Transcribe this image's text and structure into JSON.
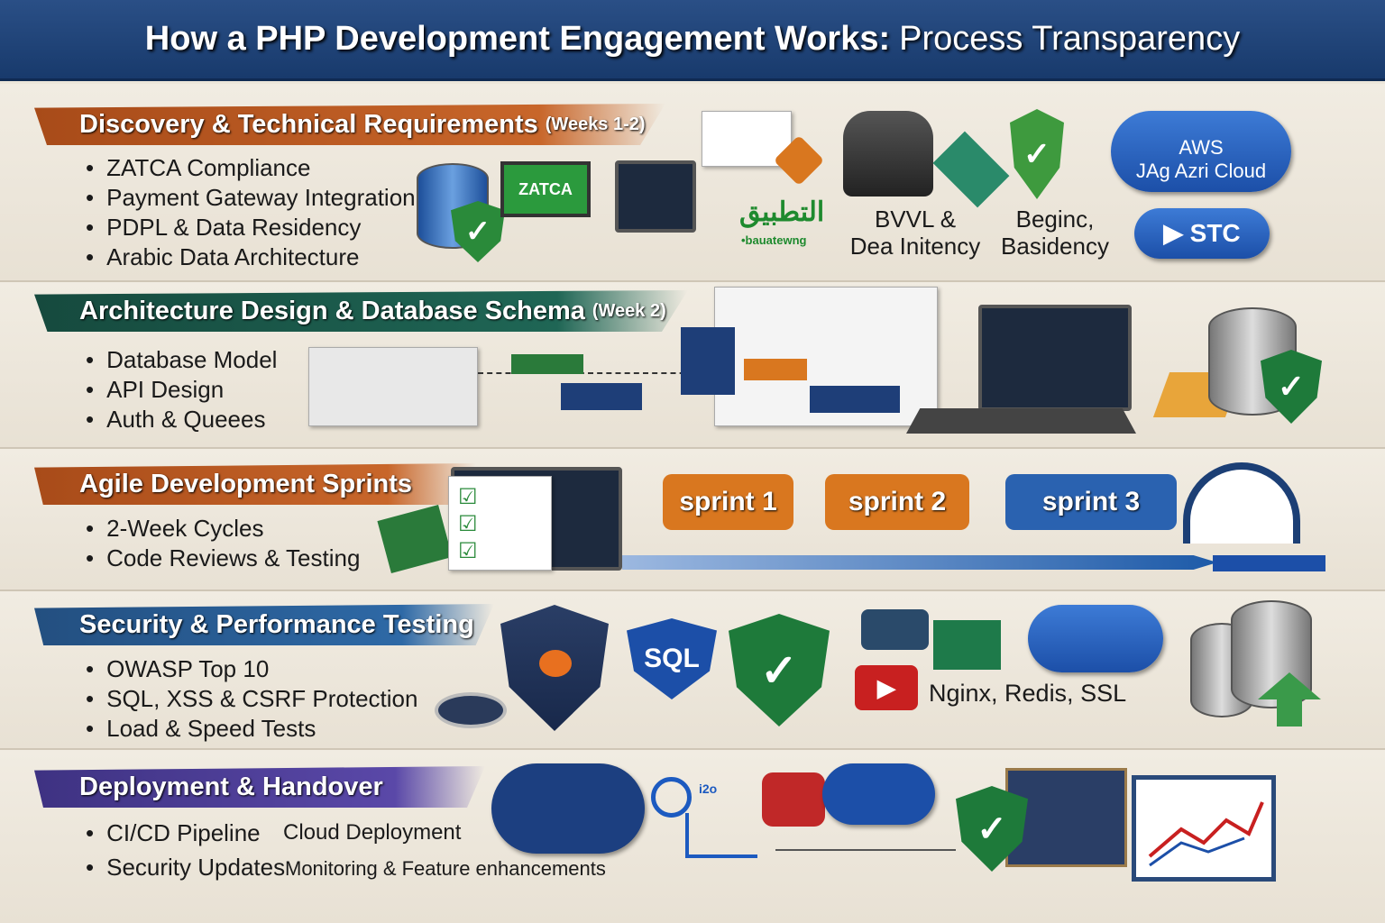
{
  "title": {
    "main": "How a PHP Development Engagement Works:",
    "sub": "Process Transparency"
  },
  "sections": [
    {
      "heading": "Discovery & Technical Requirements",
      "note": "(Weeks 1-2)",
      "color": "#b5541e",
      "items": [
        "ZATCA Compliance",
        "Payment Gateway Integration",
        "PDPL & Data Residency",
        "Arabic Data Architecture"
      ],
      "icon_labels": {
        "zatca": "ZATCA",
        "arabic_logo": "التطبيق",
        "arabic_logo_sub": "•bauatewng",
        "label1": [
          "BVVL &",
          "Dea Initency"
        ],
        "label2": [
          "Beginc,",
          "Basidency"
        ],
        "aws": [
          "AWS",
          "JAg  Azri Cloud"
        ],
        "stc": "STC"
      }
    },
    {
      "heading": "Architecture Design & Database Schema",
      "note": "(Week 2)",
      "color": "#1f5a4a",
      "items": [
        "Database Model",
        "API Design",
        "Auth & Queees"
      ]
    },
    {
      "heading": "Agile Development Sprints",
      "note": "",
      "color": "#b5541e",
      "items": [
        "2-Week Cycles",
        "Code Reviews & Testing"
      ],
      "sprints": [
        "sprint 1",
        "sprint 2",
        "sprint 3"
      ],
      "sprint_colors": [
        "#d9771f",
        "#d9771f",
        "#2a62b0"
      ]
    },
    {
      "heading": "Security & Performance Testing",
      "note": "",
      "color": "#2b5d91",
      "items": [
        "OWASP Top 10",
        "SQL, XSS & CSRF Protection",
        "Load & Speed Tests"
      ],
      "icon_labels": {
        "sql": "SQL",
        "stack": "Nginx, Redis,  SSL"
      }
    },
    {
      "heading": "Deployment & Handover",
      "note": "",
      "color": "#4b3c8f",
      "items": [
        "CI/CD Pipeline",
        "Security Updates"
      ],
      "extras": [
        "Cloud Deployment",
        "Monitoring & Feature enhancements"
      ],
      "icon_labels": {
        "tiny": "i2o"
      }
    }
  ]
}
